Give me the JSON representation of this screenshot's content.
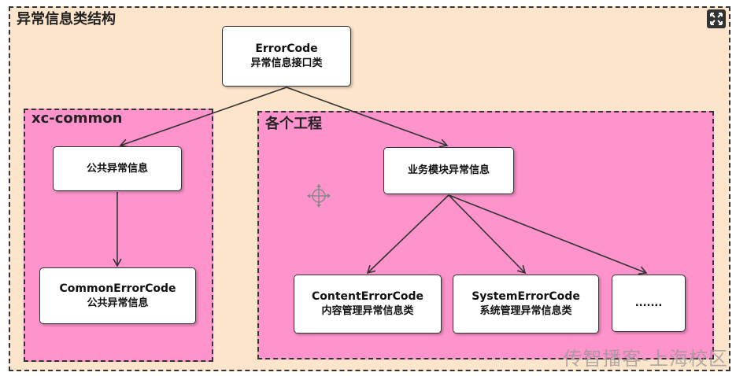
{
  "frames": {
    "outer_title": "异常信息类结构",
    "common_title": "xc-common",
    "projects_title": "各个工程"
  },
  "nodes": {
    "error_code": {
      "name": "ErrorCode",
      "desc": "异常信息接口类"
    },
    "common_info": {
      "label": "公共异常信息"
    },
    "common_error_code": {
      "name": "CommonErrorCode",
      "desc": "公共异常信息"
    },
    "business_info": {
      "label": "业务模块异常信息"
    },
    "content_error_code": {
      "name": "ContentErrorCode",
      "desc": "内容管理异常信息类"
    },
    "system_error_code": {
      "name": "SystemErrorCode",
      "desc": "系统管理异常信息类"
    },
    "more": {
      "label": "......."
    }
  },
  "watermark": "传智播客-上海校区",
  "icons": {
    "expand": "expand-icon",
    "move_cursor": "move-cursor-icon"
  },
  "colors": {
    "outer_bg": "#fde5cc",
    "group_bg": "#ff94cc",
    "border": "#333333"
  }
}
